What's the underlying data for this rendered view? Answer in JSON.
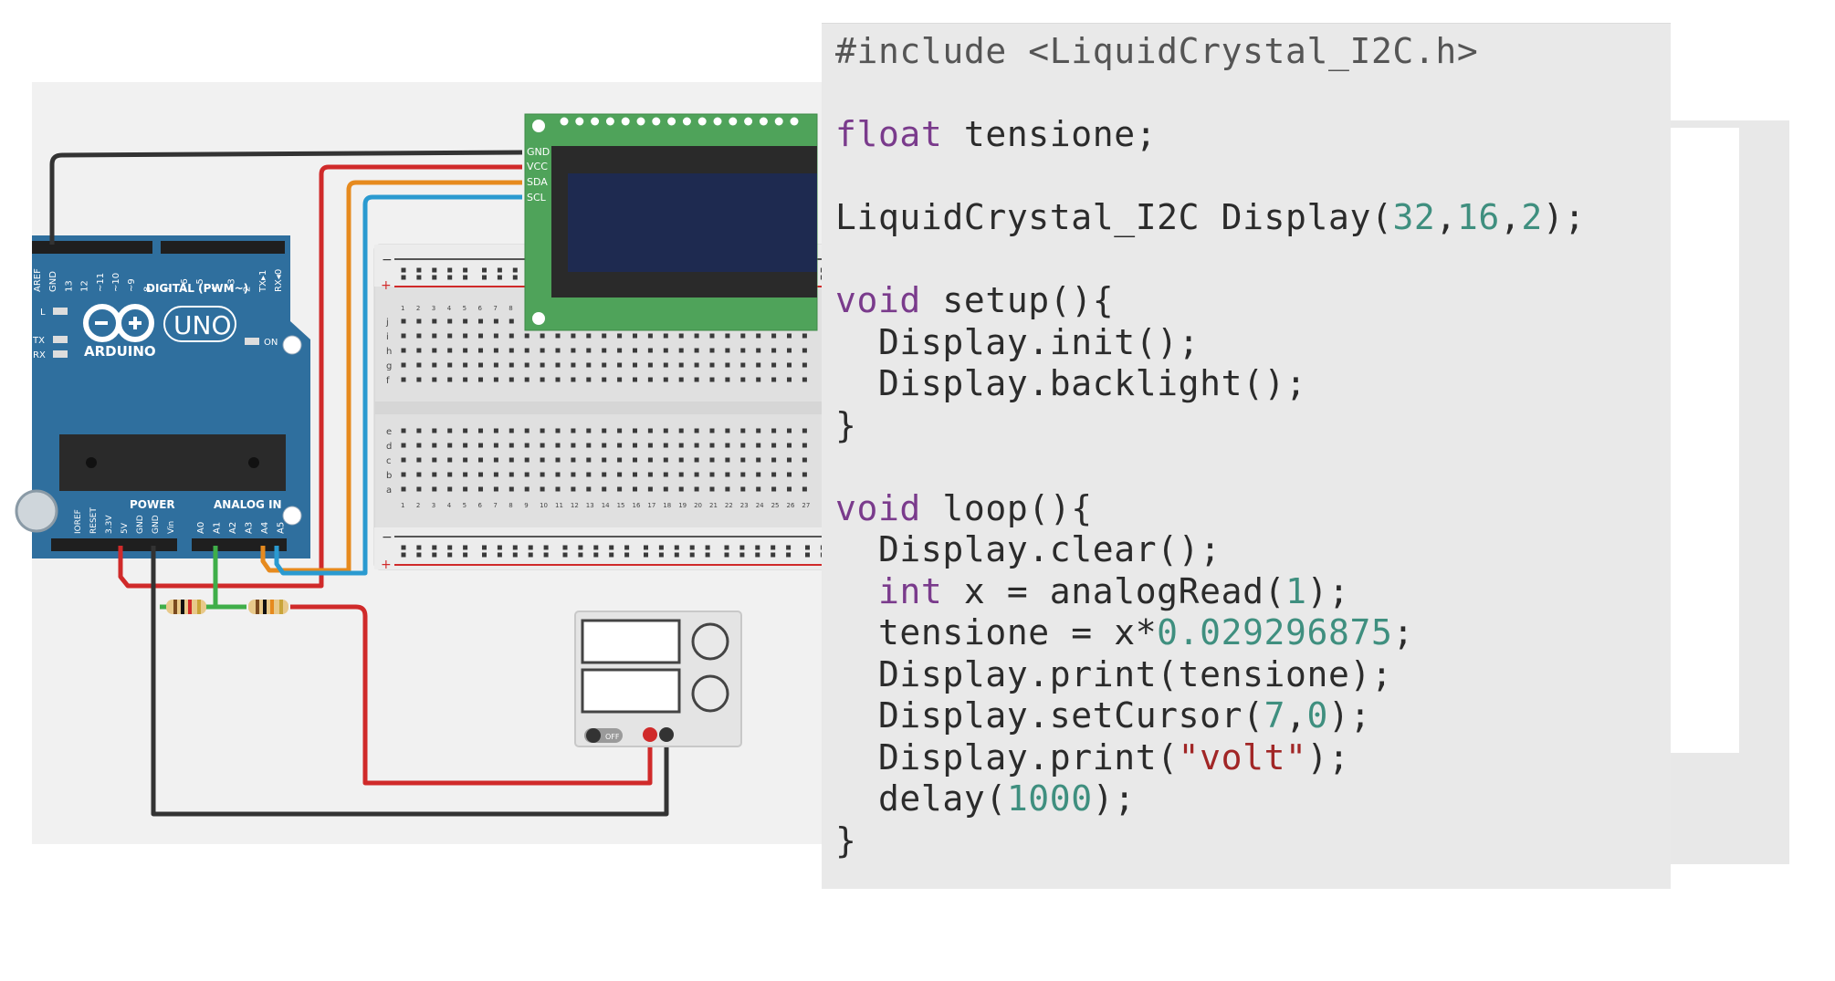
{
  "code_lines": [
    {
      "parts": [
        {
          "t": "#include <LiquidCrystal_I2C.h>",
          "c": "pp"
        }
      ]
    },
    {
      "parts": []
    },
    {
      "parts": [
        {
          "t": "float",
          "c": "kw"
        },
        {
          "t": " tensione;",
          "c": ""
        }
      ]
    },
    {
      "parts": []
    },
    {
      "parts": [
        {
          "t": "LiquidCrystal_I2C Display(",
          "c": ""
        },
        {
          "t": "32",
          "c": "num"
        },
        {
          "t": ",",
          "c": ""
        },
        {
          "t": "16",
          "c": "num"
        },
        {
          "t": ",",
          "c": ""
        },
        {
          "t": "2",
          "c": "num"
        },
        {
          "t": ");",
          "c": ""
        }
      ]
    },
    {
      "parts": []
    },
    {
      "parts": [
        {
          "t": "void",
          "c": "kw"
        },
        {
          "t": " setup(){",
          "c": ""
        }
      ]
    },
    {
      "parts": [
        {
          "t": "  Display.init();",
          "c": ""
        }
      ]
    },
    {
      "parts": [
        {
          "t": "  Display.backlight();",
          "c": ""
        }
      ]
    },
    {
      "parts": [
        {
          "t": "}",
          "c": ""
        }
      ]
    },
    {
      "parts": []
    },
    {
      "parts": [
        {
          "t": "void",
          "c": "kw"
        },
        {
          "t": " loop(){",
          "c": ""
        }
      ]
    },
    {
      "parts": [
        {
          "t": "  Display.clear();",
          "c": ""
        }
      ]
    },
    {
      "parts": [
        {
          "t": "  ",
          "c": ""
        },
        {
          "t": "int",
          "c": "kw"
        },
        {
          "t": " x = analogRead(",
          "c": ""
        },
        {
          "t": "1",
          "c": "num"
        },
        {
          "t": ");",
          "c": ""
        }
      ]
    },
    {
      "parts": [
        {
          "t": "  tensione = x*",
          "c": ""
        },
        {
          "t": "0.029296875",
          "c": "num"
        },
        {
          "t": ";",
          "c": ""
        }
      ]
    },
    {
      "parts": [
        {
          "t": "  Display.print(tensione);",
          "c": ""
        }
      ]
    },
    {
      "parts": [
        {
          "t": "  Display.setCursor(",
          "c": ""
        },
        {
          "t": "7",
          "c": "num"
        },
        {
          "t": ",",
          "c": ""
        },
        {
          "t": "0",
          "c": "num"
        },
        {
          "t": ");",
          "c": ""
        }
      ]
    },
    {
      "parts": [
        {
          "t": "  Display.print(",
          "c": ""
        },
        {
          "t": "\"volt\"",
          "c": "str"
        },
        {
          "t": ");",
          "c": ""
        }
      ]
    },
    {
      "parts": [
        {
          "t": "  delay(",
          "c": ""
        },
        {
          "t": "1000",
          "c": "num"
        },
        {
          "t": ");",
          "c": ""
        }
      ]
    },
    {
      "parts": [
        {
          "t": "}",
          "c": ""
        }
      ]
    }
  ],
  "circuit": {
    "arduino": {
      "brand": "ARDUINO",
      "model": "UNO",
      "digital_header": "DIGITAL (PWM~)",
      "power_header": "POWER",
      "analog_header": "ANALOG IN",
      "led_l": "L",
      "led_tx": "TX",
      "led_rx": "RX",
      "led_on": "ON",
      "digital_pins": [
        "AREF",
        "GND",
        "13",
        "12",
        "~11",
        "~10",
        "~9",
        "8",
        "7",
        "~6",
        "~5",
        "4",
        "~3",
        "2",
        "TX▸1",
        "RX◂0"
      ],
      "power_pins": [
        "IOREF",
        "RESET",
        "3.3V",
        "5V",
        "GND",
        "GND",
        "Vin"
      ],
      "analog_pins": [
        "A0",
        "A1",
        "A2",
        "A3",
        "A4",
        "A5"
      ]
    },
    "lcd": {
      "pins": [
        "GND",
        "VCC",
        "SDA",
        "SCL"
      ]
    },
    "breadboard": {
      "rail_minus": "−",
      "rail_plus": "+",
      "row_letters_top": [
        "j",
        "i",
        "h",
        "g",
        "f"
      ],
      "row_letters_bottom": [
        "e",
        "d",
        "c",
        "b",
        "a"
      ],
      "columns": [
        "1",
        "2",
        "3",
        "4",
        "5",
        "6",
        "7",
        "8",
        "9",
        "10",
        "11",
        "12",
        "13",
        "14",
        "15",
        "16",
        "17",
        "18",
        "19",
        "20",
        "21",
        "22",
        "23",
        "24",
        "25",
        "26",
        "27"
      ]
    },
    "power_supply": {
      "switch_label": "OFF"
    }
  },
  "colors": {
    "arduino_blue": "#2f6f9e",
    "lcd_green": "#4fa35a",
    "wire_red": "#d02a2a",
    "wire_orange": "#e68a1e",
    "wire_blue": "#2a9ad0",
    "wire_black": "#333333",
    "wire_green": "#3fae49",
    "code_bg": "#e9e9e9",
    "keyword": "#7a3b8c",
    "number": "#3f8f7f",
    "string": "#a12626"
  }
}
